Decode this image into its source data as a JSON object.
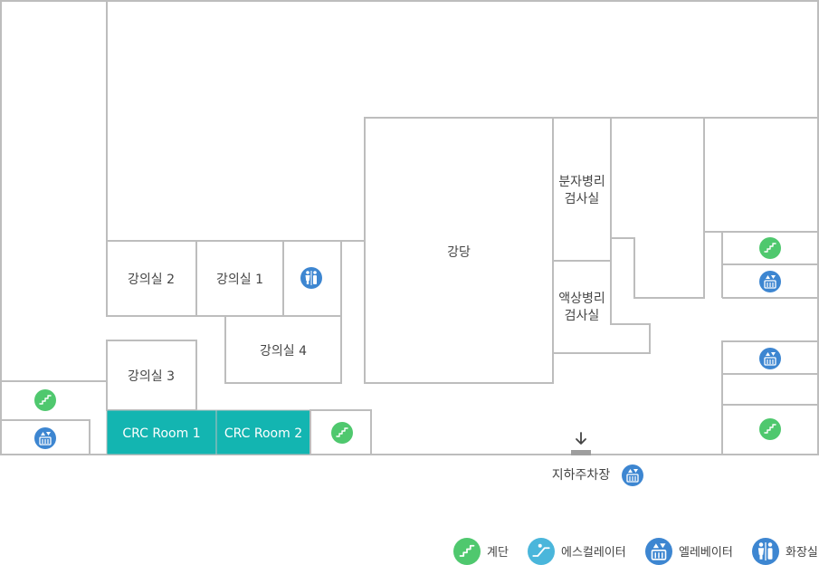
{
  "rooms": {
    "lecture_2": "강의실 2",
    "lecture_1": "강의실 1",
    "lecture_4": "강의실 4",
    "lecture_3": "강의실 3",
    "auditorium": "강당",
    "molecular_lab_line1": "분자병리",
    "molecular_lab_line2": "검사실",
    "liquid_lab_line1": "액상병리",
    "liquid_lab_line2": "검사실",
    "crc_room_1": "CRC Room 1",
    "crc_room_2": "CRC Room 2"
  },
  "parking": {
    "label": "지하주차장"
  },
  "legend": {
    "stairs": "계단",
    "escalator": "에스컬레이터",
    "elevator": "엘레베이터",
    "restroom": "화장실"
  },
  "colors": {
    "wall": "#bdbdbd",
    "crc_fill": "#13b5b1",
    "stairs_icon": "#4fc86e",
    "escalator_icon": "#4ab6db",
    "elevator_icon": "#3d86d1",
    "restroom_icon": "#3d86d1"
  }
}
